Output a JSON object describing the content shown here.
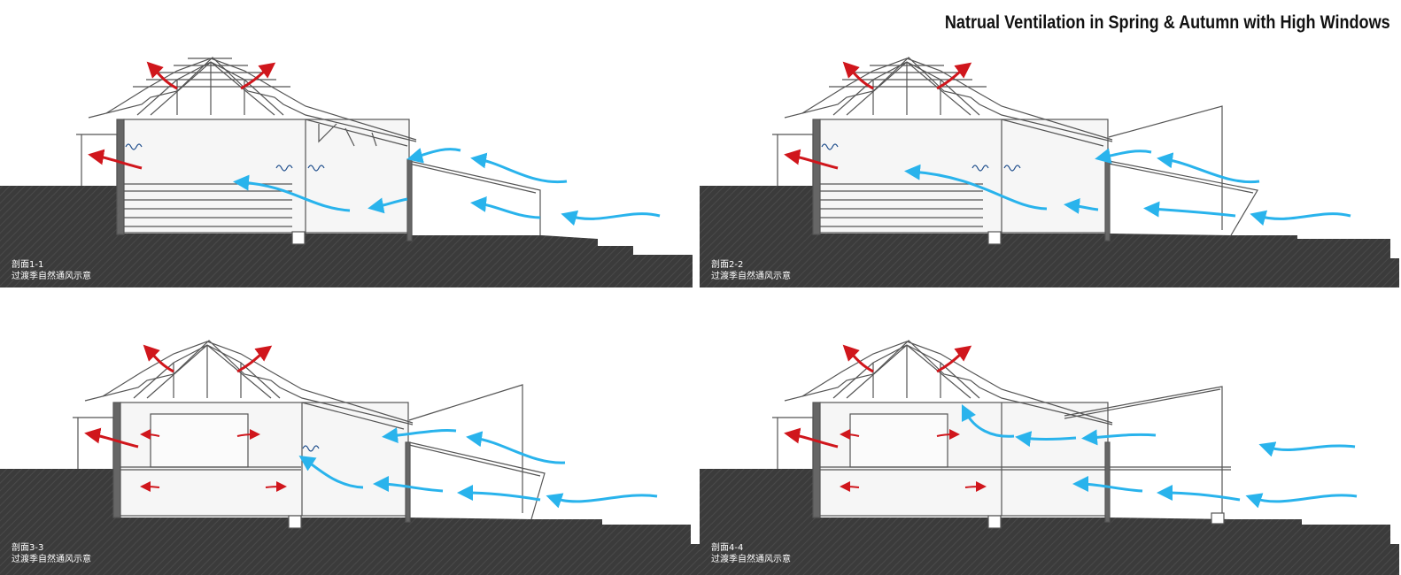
{
  "title": "Natrual Ventilation in Spring & Autumn with High Windows",
  "colors": {
    "warm_air": "#d0161c",
    "cool_air": "#29b3ec",
    "ground": "#3a3a3a",
    "line": "#555555"
  },
  "panels": [
    {
      "section": "剖面1-1",
      "caption": "过渡季自然通风示意"
    },
    {
      "section": "剖面2-2",
      "caption": "过渡季自然通风示意"
    },
    {
      "section": "剖面3-3",
      "caption": "过渡季自然通风示意"
    },
    {
      "section": "剖面4-4",
      "caption": "过渡季自然通风示意"
    }
  ]
}
